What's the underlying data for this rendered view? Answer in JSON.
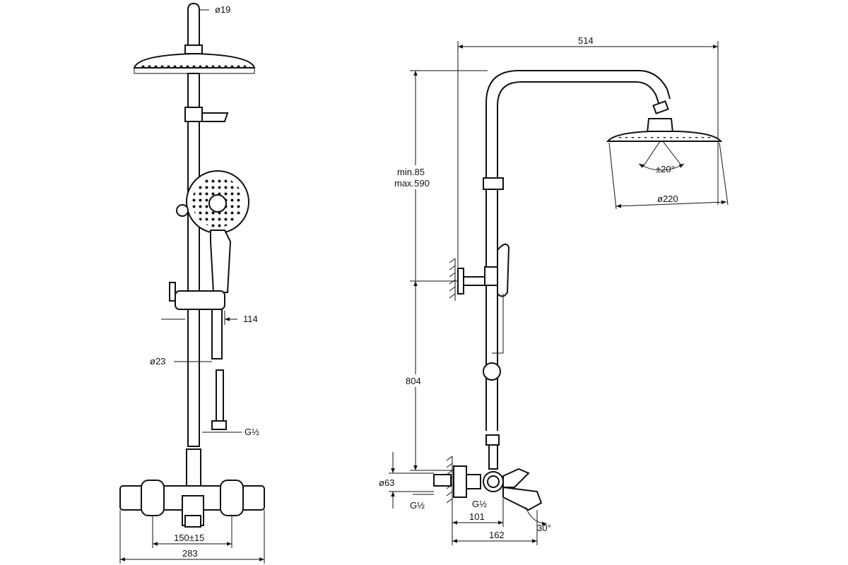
{
  "front_view": {
    "dim_arm_diameter": "ø19",
    "dim_handle_length": "114",
    "dim_pipe_diameter": "ø23",
    "dim_thread_hose": "G½",
    "dim_inlet_spacing": "150±15",
    "dim_total_width": "283"
  },
  "side_view": {
    "dim_arm_reach": "514",
    "dim_height_range_min": "min.85",
    "dim_height_range_max": "max.590",
    "dim_tilt": "±20°",
    "dim_head_diameter": "ø220",
    "dim_bar_height": "804",
    "dim_eccentric_diameter": "ø63",
    "dim_thread_inlet": "G½",
    "dim_thread_outlet": "G½",
    "dim_wall_to_center": "101",
    "dim_wall_to_spout": "162",
    "dim_spout_angle": "30°"
  }
}
